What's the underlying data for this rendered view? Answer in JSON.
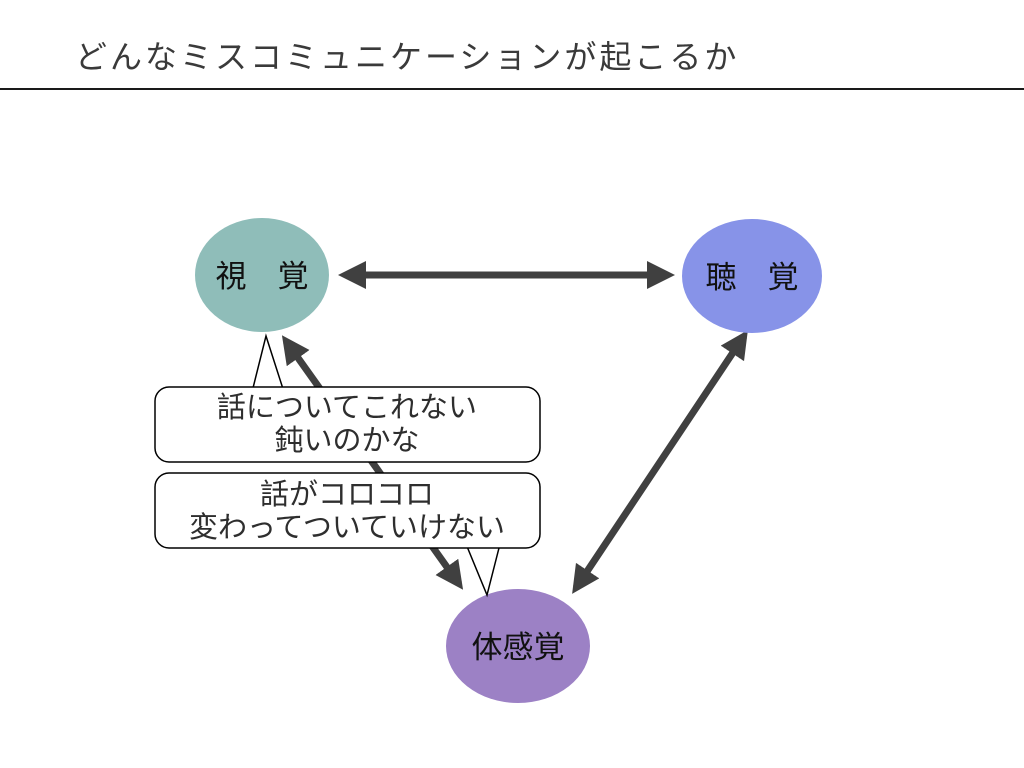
{
  "slide": {
    "title": "どんなミスコミュニケーションが起こるか"
  },
  "nodes": {
    "vision": {
      "label": "視　覚",
      "fill": "#8fbdb9"
    },
    "hearing": {
      "label": "聴　覚",
      "fill": "#8793e8"
    },
    "body": {
      "label": "体感覚",
      "fill": "#9c81c5"
    }
  },
  "edges": [
    {
      "from": "vision",
      "to": "hearing",
      "style": "double-headed-arrow"
    },
    {
      "from": "vision",
      "to": "body",
      "style": "double-headed-arrow"
    },
    {
      "from": "hearing",
      "to": "body",
      "style": "double-headed-arrow"
    }
  ],
  "callouts": {
    "vision": {
      "line1": "話についてこれない",
      "line2": "鈍いのかな",
      "points_to": "vision"
    },
    "body": {
      "line1": "話がコロコロ",
      "line2": "変わってついていけない",
      "points_to": "body"
    }
  },
  "colors": {
    "arrow": "#404040"
  }
}
